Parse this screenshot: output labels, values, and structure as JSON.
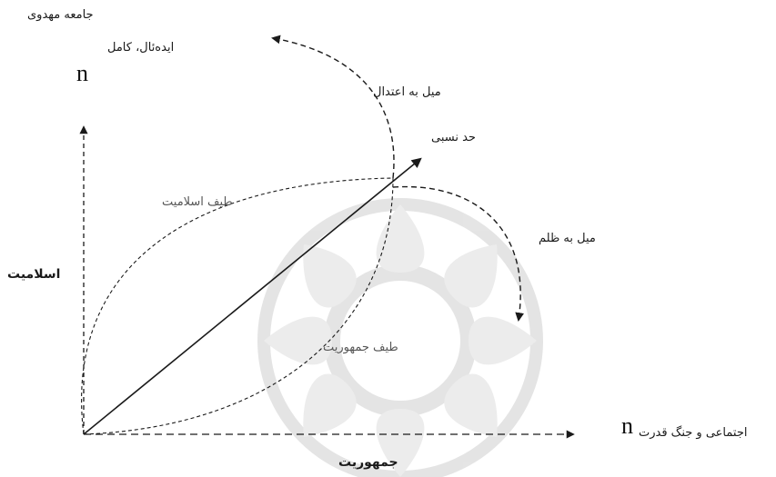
{
  "labels": {
    "ideal_society": "جامعه مهدوی",
    "ideal_complete": "ایده‌ئال، کامل",
    "y_axis_n": "n",
    "tend_moderation": "میل به اعتدال",
    "relative_limit": "حد نسبی",
    "islam_spectrum": "طیف اسلامیت",
    "tend_oppression": "میل به ظلم",
    "y_axis_title": "اسلامیت",
    "republic_spectrum": "طیف جمهوریت",
    "x_axis_n": "n",
    "x_axis_caption": "اجتماعی و جنگ قدرت",
    "x_axis_title": "جمهوریت"
  },
  "colors": {
    "line": "#1a1a1a",
    "watermark": "#d9d9d9"
  }
}
